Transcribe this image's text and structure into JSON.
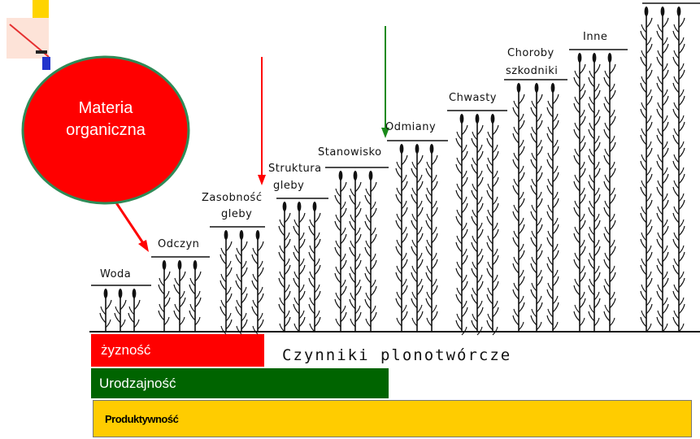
{
  "bubble": {
    "text_line1": "Materia",
    "text_line2": "organiczna",
    "color": "#ff0000",
    "border": "#2e8b57"
  },
  "factors": [
    {
      "label": "Woda"
    },
    {
      "label": "Odczyn"
    },
    {
      "label_line1": "Zasobność",
      "label_line2": "gleby"
    },
    {
      "label_line1": "Struktura",
      "label_line2": "gleby"
    },
    {
      "label": "Stanowisko"
    },
    {
      "label": "Odmiany"
    },
    {
      "label": "Chwasty"
    },
    {
      "label_line1": "Choroby",
      "label_line2": "szkodniki"
    },
    {
      "label": "Inne"
    }
  ],
  "axis_label": "Czynniki    plonotwórcze",
  "bars": {
    "zyznosc": {
      "label": "żyzność",
      "color": "#ff0000"
    },
    "urodzajnosc": {
      "label": "Urodzajność",
      "color": "#006400"
    },
    "produktywnosc": {
      "label": "Produktywność",
      "color": "#ffcc00"
    }
  },
  "arrows": {
    "red": "#ff0000",
    "green": "#008000"
  }
}
